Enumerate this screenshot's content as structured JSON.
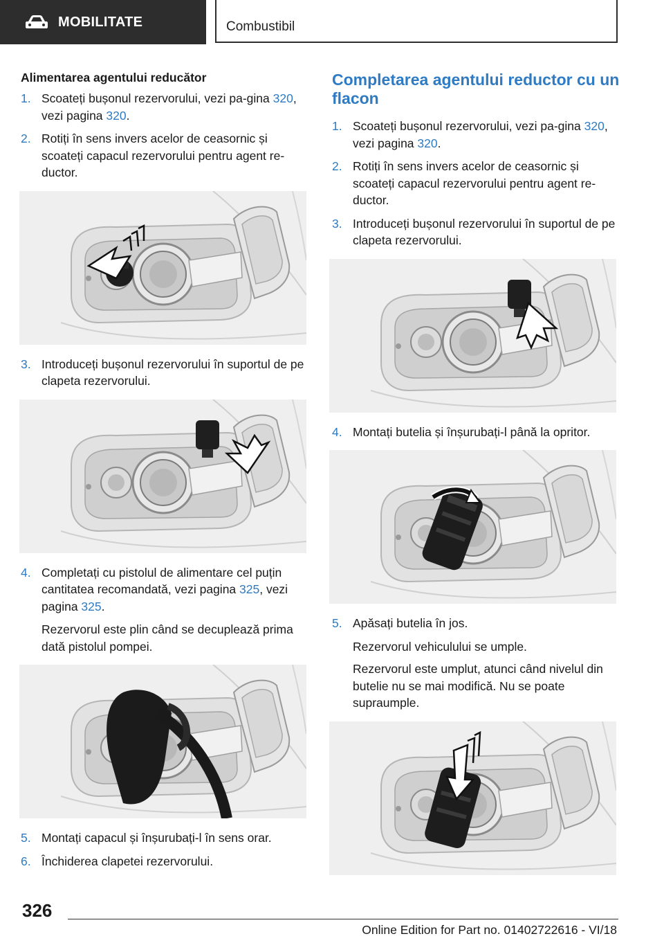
{
  "header": {
    "section": "MOBILITATE",
    "chapter": "Combustibil"
  },
  "left": {
    "heading": "Alimentarea agentului reducător",
    "step1": {
      "num": "1.",
      "a": "Scoateți bușonul rezervorului, vezi pa‐gina ",
      "l1": "320",
      "b": ", vezi pagina ",
      "l2": "320",
      "c": "."
    },
    "step2": {
      "num": "2.",
      "text": "Rotiți în sens invers acelor de ceasornic și scoateți capacul rezervorului pentru agent re‐ductor."
    },
    "step3": {
      "num": "3.",
      "text": "Introduceți bușonul rezervorului în suportul de pe clapeta rezervorului."
    },
    "step4": {
      "num": "4.",
      "a": "Completați cu pistolul de alimentare cel puțin cantitatea recomandată, vezi pagina ",
      "l1": "325",
      "b": ", vezi pagina ",
      "l2": "325",
      "c": "."
    },
    "step4_note": "Rezervorul este plin când se decuplează prima dată pistolul pompei.",
    "step5": {
      "num": "5.",
      "text": "Montați capacul și înșurubați-l în sens orar."
    },
    "step6": {
      "num": "6.",
      "text": "Închiderea clapetei rezervorului."
    }
  },
  "right": {
    "heading": "Completarea agentului reductor cu un flacon",
    "step1": {
      "num": "1.",
      "a": "Scoateți bușonul rezervorului, vezi pa‐gina ",
      "l1": "320",
      "b": ", vezi pagina ",
      "l2": "320",
      "c": "."
    },
    "step2": {
      "num": "2.",
      "text": "Rotiți în sens invers acelor de ceasornic și scoateți capacul rezervorului pentru agent re‐ductor."
    },
    "step3": {
      "num": "3.",
      "text": "Introduceți bușonul rezervorului în suportul de pe clapeta rezervorului."
    },
    "step4": {
      "num": "4.",
      "text": "Montați butelia și înșurubați-l până la opritor."
    },
    "step5": {
      "num": "5.",
      "text": "Apăsați butelia în jos."
    },
    "step5_note1": "Rezervorul vehiculului se umple.",
    "step5_note2": "Rezervorul este umplut, atunci când nivelul din butelie nu se mai modifică. Nu se poate supraumple."
  },
  "footer": {
    "page": "326",
    "edition": "Online Edition for Part no. 01402722616 - VI/18"
  },
  "colors": {
    "accent": "#2e7bc4",
    "header_bg": "#2d2d2d"
  }
}
